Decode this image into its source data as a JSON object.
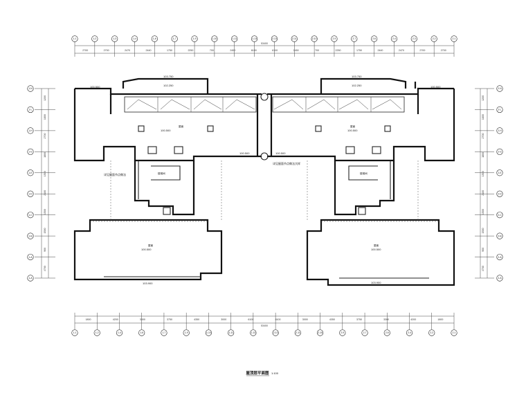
{
  "drawing": {
    "title": "屋顶层平面图",
    "scale": "1:100"
  },
  "top_axes": [
    "1-1",
    "1-2",
    "1-3",
    "1-4",
    "1-6",
    "1-7",
    "1-9",
    "1-10",
    "1-11",
    "1-13",
    "2-13",
    "2-11",
    "2-10",
    "2-9",
    "2-7",
    "2-6",
    "2-4",
    "2-3",
    "2-2",
    "2-1"
  ],
  "top_dims": [
    "2700",
    "2700",
    "2470",
    "2440",
    "1750",
    "2250",
    "700",
    "2450",
    "6100",
    "6100",
    "2450",
    "700",
    "2250",
    "1750",
    "2440",
    "2470",
    "2700",
    "2700"
  ],
  "top_total": "53400",
  "bottom_axes": [
    "1-1",
    "1-2",
    "1-4",
    "1-6",
    "1-7",
    "1-9",
    "1-10",
    "1-11",
    "1-13",
    "2-13",
    "2-11",
    "2-10",
    "2-9",
    "2-7",
    "2-6",
    "2-4",
    "2-2",
    "2-1"
  ],
  "bottom_dims": [
    "1800",
    "4200",
    "3300",
    "3750",
    "4350",
    "3000",
    "6100",
    "6100",
    "3000",
    "4350",
    "3750",
    "3300",
    "4200",
    "1800"
  ],
  "bottom_total": "53400",
  "left_axes": [
    "1-N",
    "1-L",
    "1-H",
    "1-G",
    "1-E",
    "1-D",
    "1-C",
    "1-B",
    "1-A",
    "1-A"
  ],
  "left_dims": [
    "1200",
    "1800",
    "2700",
    "1800",
    "1500",
    "2100",
    "1500",
    "1500",
    "900",
    "4700"
  ],
  "right_axes": [
    "2-N",
    "2-L",
    "2-H",
    "2-G",
    "2-E",
    "2-D",
    "2-C",
    "2-B",
    "2-A",
    "2-A"
  ],
  "right_dims": [
    "1200",
    "1800",
    "2700",
    "1800",
    "1500",
    "2100",
    "1500",
    "1500",
    "900",
    "4700"
  ],
  "annotations": {
    "elev_top_left": "100.500",
    "elev_top_right": "100.500",
    "glass_left_a": "103.750",
    "glass_left_b": "102.250",
    "glass_right_a": "103.750",
    "glass_right_b": "102.250",
    "roof_left": "屋面",
    "roof_left_elev": "100.500",
    "roof_right": "屋面",
    "roof_right_elev": "100.500",
    "corridor_elev_left": "100.500",
    "corridor_elev_right": "100.500",
    "stair_left": "楼梯间",
    "stair_right": "楼梯间",
    "lower_room_left": "屋面",
    "lower_room_left_elev": "100.500",
    "lower_room_right": "屋面",
    "lower_room_right_elev": "100.500",
    "bottom_elev_left": "103.900",
    "bottom_elev_right": "103.900",
    "note_center": "详见屋面节点做法大样",
    "note_left": "详见屋面节点做法"
  }
}
